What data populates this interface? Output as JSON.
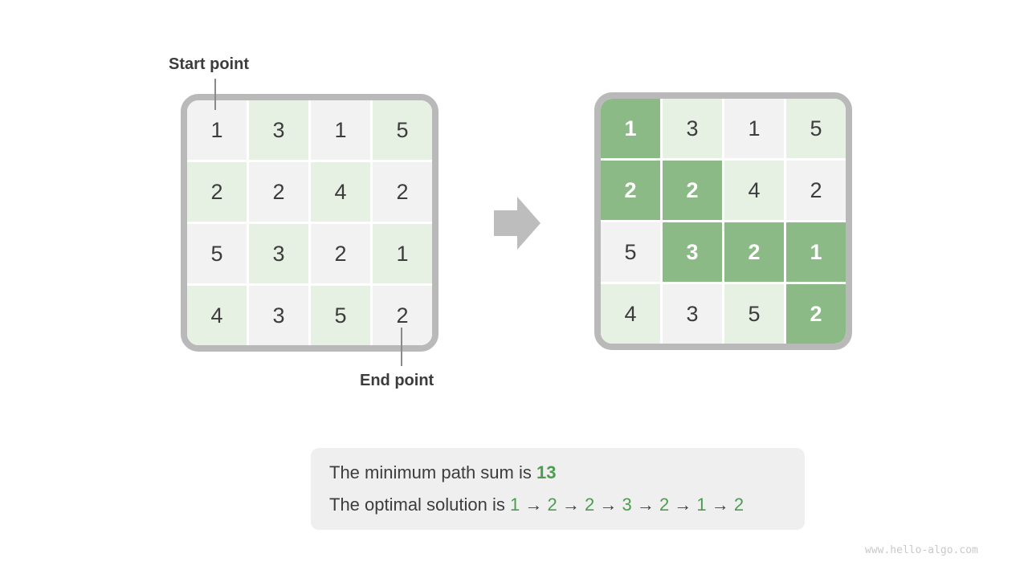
{
  "page": {
    "watermark": "www.hello-algo.com"
  },
  "labels": {
    "start": "Start point",
    "end": "End point"
  },
  "grids": {
    "values": [
      [
        1,
        3,
        1,
        5
      ],
      [
        2,
        2,
        4,
        2
      ],
      [
        5,
        3,
        2,
        1
      ],
      [
        4,
        3,
        5,
        2
      ]
    ],
    "right_path_cells": [
      [
        0,
        0
      ],
      [
        1,
        0
      ],
      [
        1,
        1
      ],
      [
        2,
        1
      ],
      [
        2,
        2
      ],
      [
        2,
        3
      ],
      [
        3,
        3
      ]
    ]
  },
  "summary": {
    "line1_prefix": "The minimum path sum is ",
    "line1_value": "13",
    "line2_prefix": "The optimal solution is ",
    "solution_path": [
      1,
      2,
      2,
      3,
      2,
      1,
      2
    ],
    "arrow_separator": "→"
  },
  "colors": {
    "cell_gray": "#f2f2f2",
    "cell_green_light": "#e6f0e3",
    "cell_highlight": "#8bba87",
    "grid_border": "#b9b9b9",
    "block_arrow": "#bdbdbd",
    "text_dark": "#3c3c3c",
    "text_green": "#4d9c50",
    "summary_bg": "#efefef",
    "watermark": "#c9c9c9"
  }
}
